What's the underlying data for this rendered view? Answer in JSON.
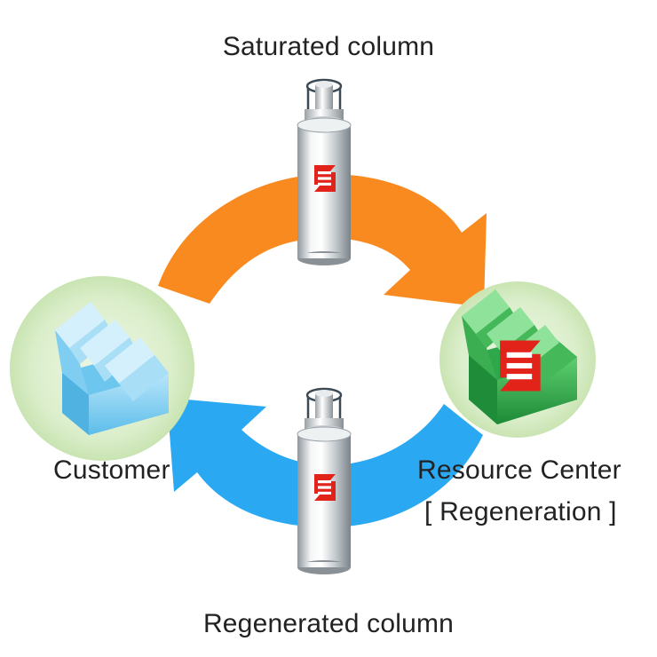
{
  "labels": {
    "saturated_column": "Saturated column",
    "regenerated_column": "Regenerated column",
    "customer": "Customer",
    "resource_center": "Resource Center",
    "regeneration": "[ Regeneration ]"
  },
  "colors": {
    "orange_arrow": "#f98a1f",
    "blue_arrow": "#2aa8f2",
    "node_halo": "#d8ebc4",
    "customer_building": "#8fd3f5",
    "resource_building": "#2ea84a",
    "logo_red": "#e2231a"
  },
  "icons": {
    "customer": "factory-building-icon",
    "resource_center": "factory-building-logo-icon",
    "columns": "ion-exchange-column-icon"
  }
}
